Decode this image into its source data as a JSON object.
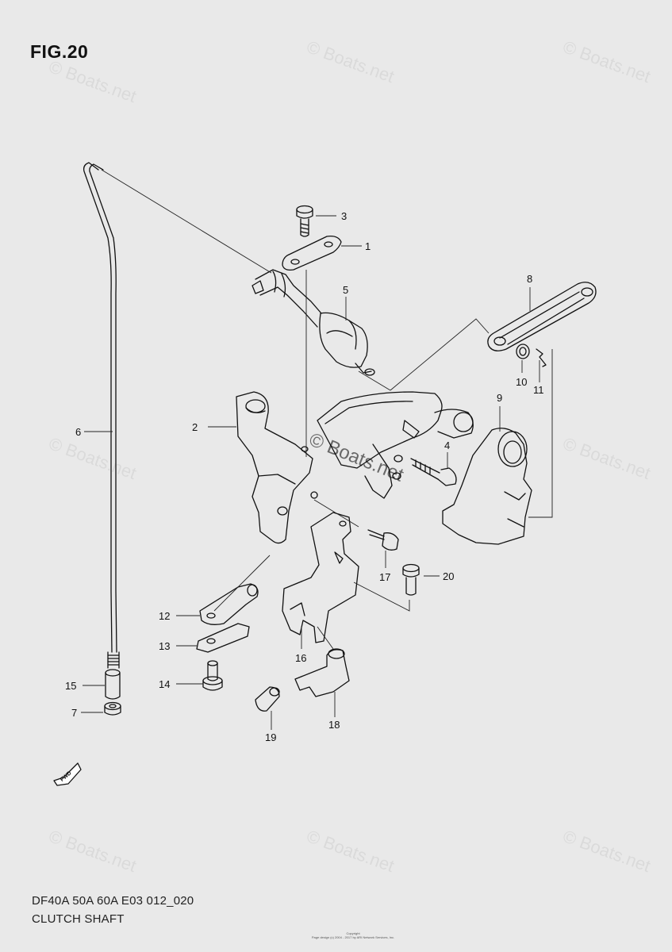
{
  "figure_title": "FIG.20",
  "caption": {
    "model_code": "DF40A 50A 60A E03 012_020",
    "part_group": "CLUTCH SHAFT"
  },
  "copyright": {
    "line1": "Copyright",
    "line2": "Page design (c) 2004 - 2017 by ARI Network Services, Inc."
  },
  "watermark": "© Boats.net",
  "fwd_marker": "FWD",
  "callouts": [
    "1",
    "2",
    "3",
    "4",
    "5",
    "6",
    "7",
    "8",
    "9",
    "10",
    "11",
    "12",
    "13",
    "14",
    "15",
    "16",
    "17",
    "18",
    "19",
    "20"
  ]
}
